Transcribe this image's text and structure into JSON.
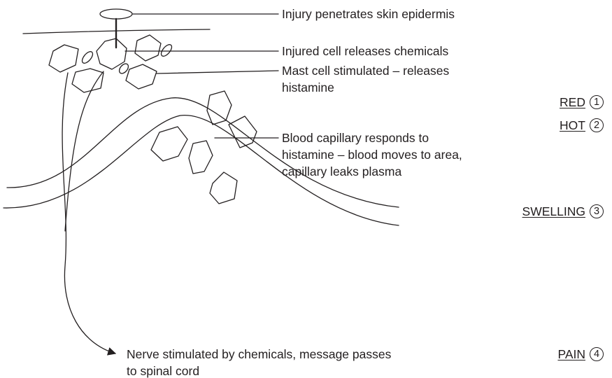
{
  "labels": {
    "injury": "Injury penetrates skin epidermis",
    "injured_cell": "Injured cell releases chemicals",
    "mast_cell_line1": "Mast cell stimulated – releases",
    "mast_cell_line2": "histamine",
    "capillary_line1": "Blood capillary responds to",
    "capillary_line2": "histamine – blood moves to area,",
    "capillary_line3": "capillary leaks plasma",
    "nerve_line1": "Nerve stimulated by chemicals, message passes",
    "nerve_line2": "to spinal cord"
  },
  "symptoms": [
    {
      "word": "RED",
      "number": "1"
    },
    {
      "word": "HOT",
      "number": "2"
    },
    {
      "word": "SWELLING",
      "number": "3"
    },
    {
      "word": "PAIN",
      "number": "4"
    }
  ]
}
